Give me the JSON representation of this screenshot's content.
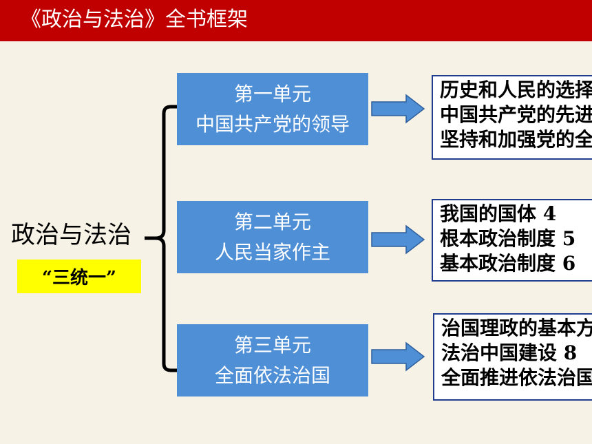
{
  "header": {
    "title": "《政治与法治》全书框架"
  },
  "root": {
    "label": "政治与法治",
    "badge": "“三统一”"
  },
  "units": [
    {
      "line1": "第一单元",
      "line2": "中国共产党的领导",
      "content": [
        "历史和人民的选择",
        "中国共产党的先进性",
        "坚持和加强党的全面领导"
      ]
    },
    {
      "line1": "第二单元",
      "line2": "人民当家作主",
      "content": [
        "我国的国体  4",
        "根本政治制度  5",
        "基本政治制度  6"
      ]
    },
    {
      "line1": "第三单元",
      "line2": "全面依法治国",
      "content": [
        "治国理政的基本方式",
        "法治中国建设  8",
        "全面推进依法治国"
      ]
    }
  ],
  "colors": {
    "header": "#c00000",
    "unit_box": "#4f8fd6",
    "arrow": "#4f8fd6",
    "badge": "#ffff00",
    "content_border": "#1f3c8f"
  }
}
